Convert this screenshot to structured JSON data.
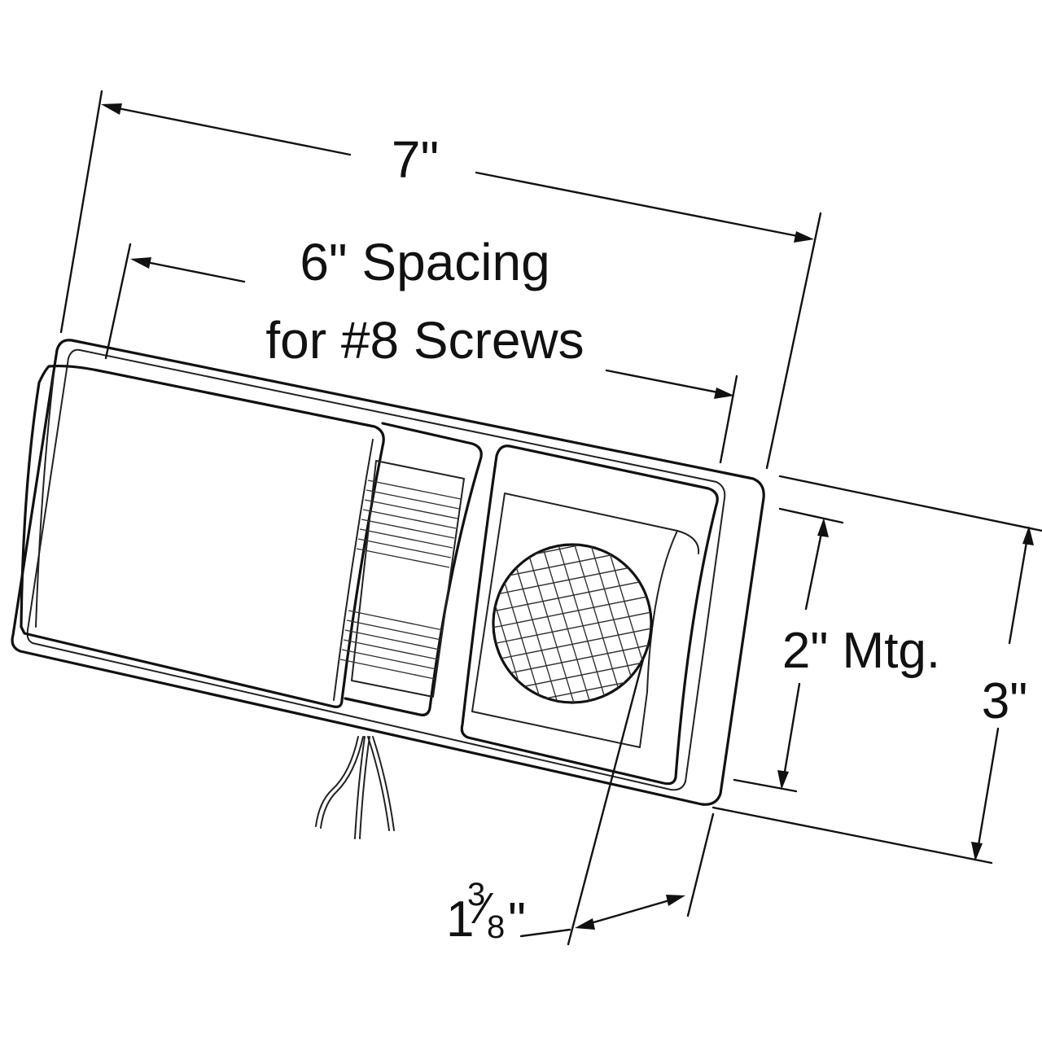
{
  "diagram": {
    "overall_length": "7\"",
    "screw_spacing_line1": "6\" Spacing",
    "screw_spacing_line2": "for #8 Screws",
    "mounting_height": "2\" Mtg.",
    "overall_height": "3\"",
    "depth_whole": "1",
    "depth_numerator": "3",
    "depth_slash": "⁄",
    "depth_denominator": "8",
    "depth_unit": "\""
  },
  "colors": {
    "line": "#111111",
    "background": "#ffffff"
  }
}
